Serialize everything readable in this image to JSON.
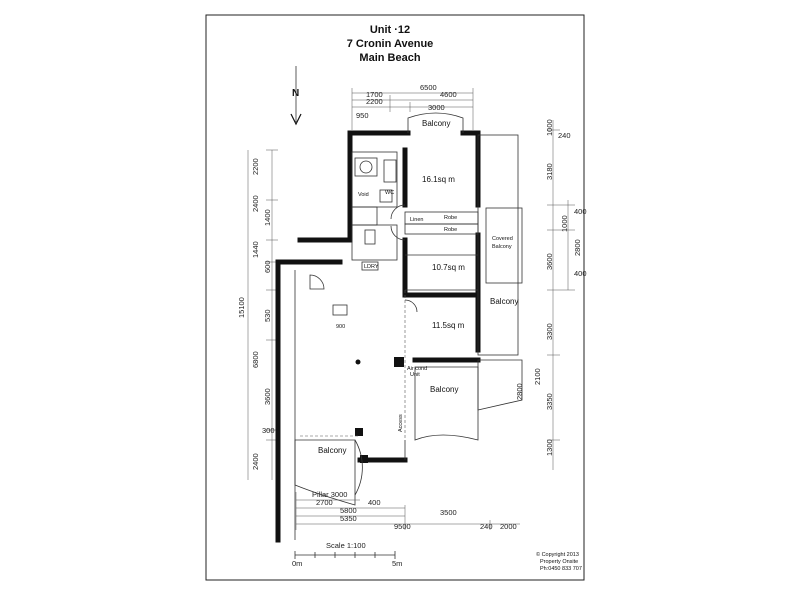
{
  "title": {
    "line1": "Unit ·12",
    "line2": "7 Cronin Avenue",
    "line3": "Main Beach"
  },
  "north": "N",
  "rooms": {
    "bed1_area": "16.1sq m",
    "bed2_area": "10.7sq m",
    "bed3_area": "11.5sq m",
    "balcony_top": "Balcony",
    "covered_balcony_1": "Covered",
    "covered_balcony_2": "Balcony",
    "balcony_right": "Balcony",
    "balcony_mid": "Balcony",
    "balcony_bottom": "Balcony",
    "void": "Void",
    "linen": "Linen",
    "robe1": "Robe",
    "robe2": "Robe",
    "ldry": "LDRY",
    "aircon": "Air cond",
    "aircon2": "Unit",
    "access": "Access",
    "shelf_900": "900",
    "wc": "WC"
  },
  "dimensions": {
    "top": [
      "6500",
      "1700",
      "4600",
      "2200",
      "3000",
      "950"
    ],
    "left": [
      "2200",
      "2400",
      "1400",
      "1440",
      "600",
      "15100",
      "530",
      "6800",
      "3600",
      "300",
      "2400"
    ],
    "right": [
      "1000",
      "240",
      "3180",
      "1000",
      "400",
      "2800",
      "400",
      "3600",
      "3300",
      "2100",
      "2800",
      "3350",
      "1300"
    ],
    "bottom": [
      "Pillar 3000",
      "2700",
      "400",
      "5800",
      "3500",
      "5350",
      "9500",
      "240",
      "2000"
    ]
  },
  "scale": {
    "label": "Scale 1:100",
    "start": "0m",
    "end": "5m"
  },
  "copyright": {
    "line1": "© Copyright 2013",
    "line2": "Property Onsite",
    "line3": "Ph:0450 833 707"
  }
}
